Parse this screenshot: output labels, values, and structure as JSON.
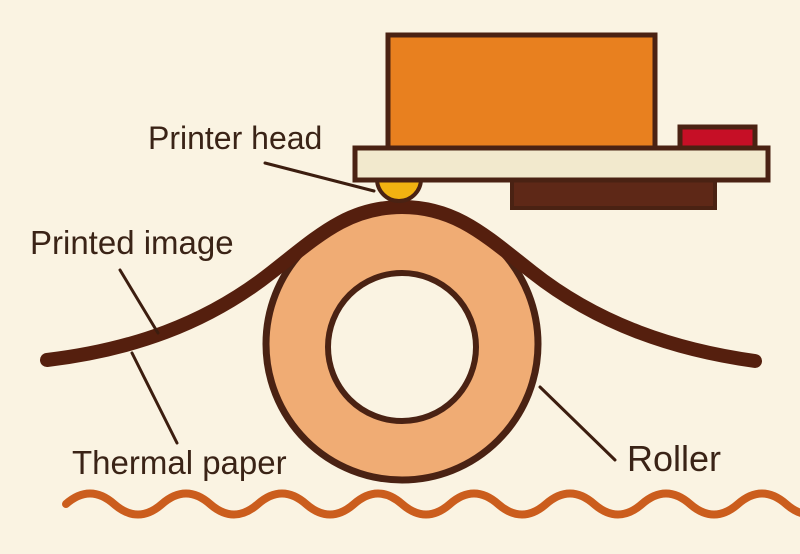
{
  "diagram": {
    "subject": "thermal-printer-mechanism",
    "labels": {
      "printer_head": "Printer head",
      "printed_image": "Printed image",
      "thermal_paper": "Thermal paper",
      "roller": "Roller"
    },
    "colors": {
      "background": "#faf3e2",
      "outline": "#4a2213",
      "printer_body_orange": "#e8801f",
      "head_bar_cream": "#f2e9cd",
      "indicator_red": "#c60f26",
      "base_plate_brown": "#5e2817",
      "heating_element_yellow": "#f2b211",
      "roller_ring_peach": "#f0ac74",
      "roller_hole": "#faf3e2",
      "paper_dark_brown": "#551f0e",
      "pointer_line": "#3c1d0f",
      "wave_orange": "#cb5d1d",
      "label_text": "#3a2316"
    }
  }
}
